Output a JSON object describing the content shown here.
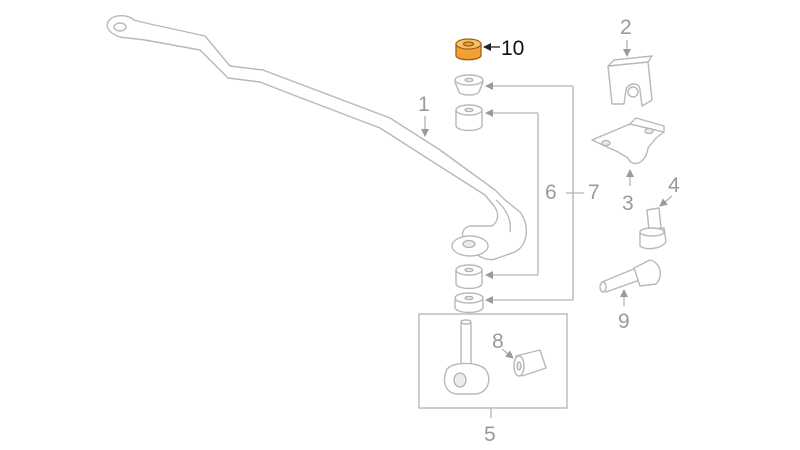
{
  "diagram": {
    "callouts": {
      "stabilizer_bar": "1",
      "bracket_upper": "2",
      "bracket_lower": "3",
      "bolt_4": "4",
      "link_assembly": "5",
      "bushing_set_6": "6",
      "bushing_set_7": "7",
      "link_bushing": "8",
      "bolt_9": "9",
      "highlighted_bushing": "10"
    },
    "highlighted_part": "10",
    "colors": {
      "highlight": "#f2a033",
      "line": "#b3b3b3",
      "label": "#9a9a9a",
      "highlight_label": "#111111"
    }
  }
}
